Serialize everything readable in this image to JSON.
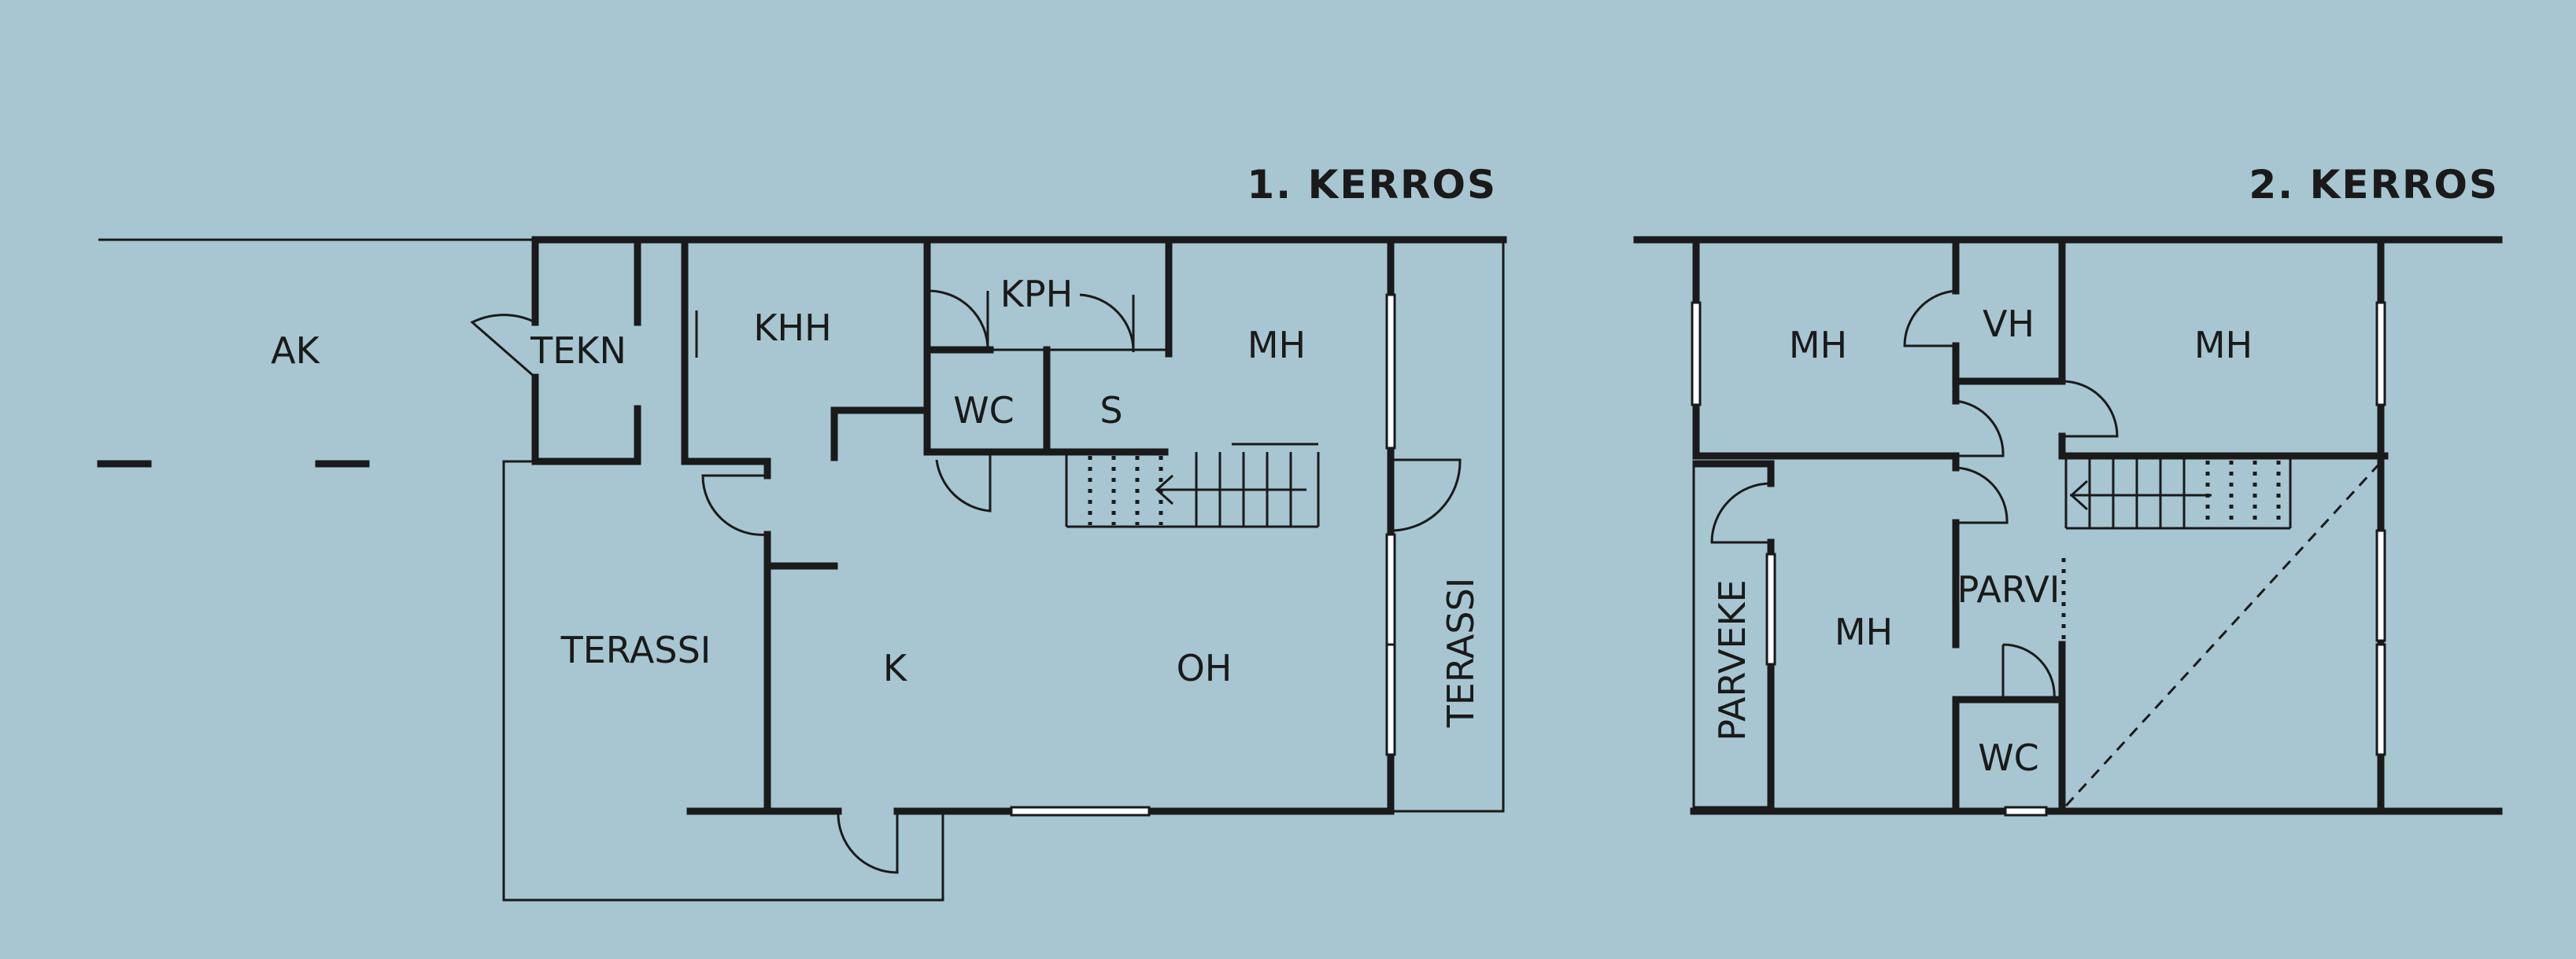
{
  "floors": [
    {
      "title": "1. KERROS",
      "rooms": {
        "ak": "AK",
        "tekn": "TEKN",
        "khh": "KHH",
        "kph": "KPH",
        "wc": "WC",
        "s": "S",
        "mh": "MH",
        "terassi_left": "TERASSI",
        "k": "K",
        "oh": "OH",
        "terassi_right": "TERASSI"
      }
    },
    {
      "title": "2. KERROS",
      "rooms": {
        "mh_left": "MH",
        "vh": "VH",
        "mh_right": "MH",
        "parveke": "PARVEKE",
        "mh_lower": "MH",
        "parvi": "PARVI",
        "wc": "WC"
      }
    }
  ]
}
